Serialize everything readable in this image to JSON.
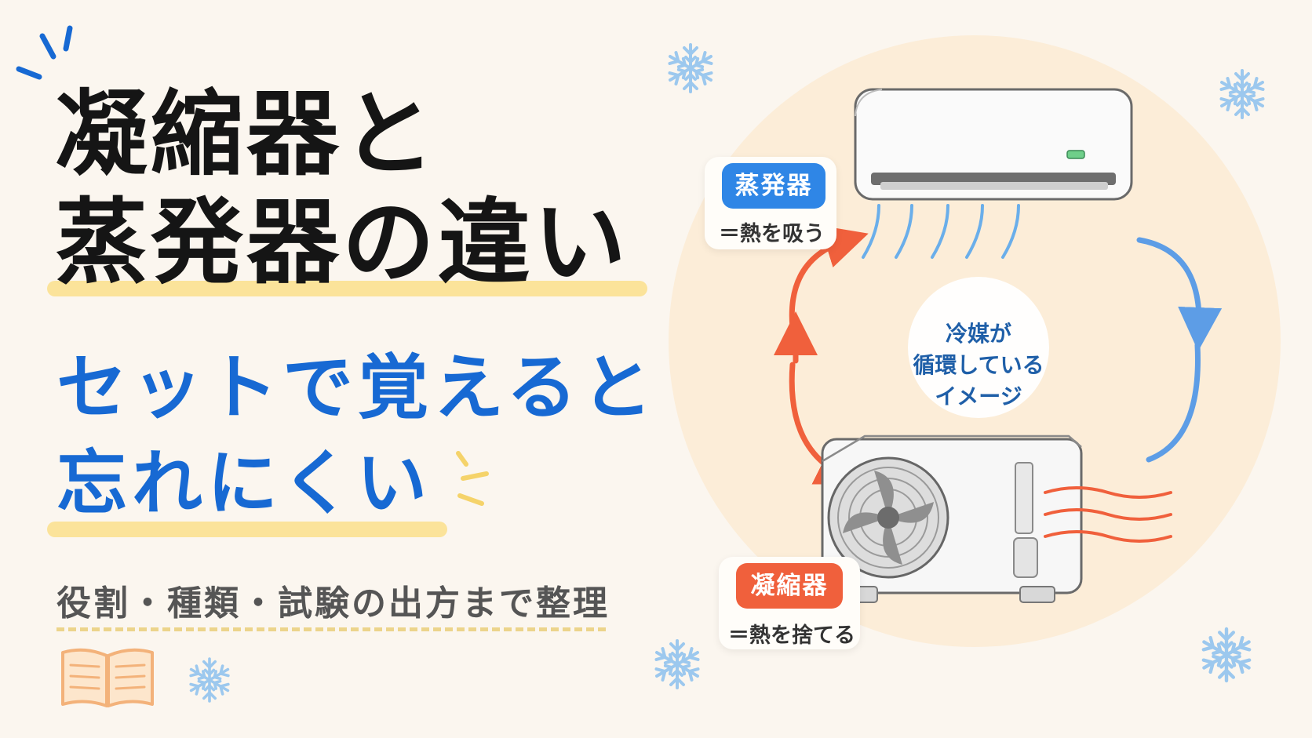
{
  "title": {
    "line1": "凝縮器と",
    "line2": "蒸発器の違い"
  },
  "subtitle": {
    "line1": "セットで覚えると",
    "line2": "忘れにくい"
  },
  "caption": "役割・種類・試験の出方まで整理",
  "evaporator": {
    "label": "蒸発器",
    "description": "＝熱を吸う",
    "color": "#2f86e6"
  },
  "condenser": {
    "label": "凝縮器",
    "description": "＝熱を捨てる",
    "color": "#f0603c"
  },
  "cycle_bubble": {
    "line1": "冷媒が",
    "line2": "循環している",
    "line3": "イメージ"
  },
  "colors": {
    "background": "#fbf6ef",
    "title": "#151515",
    "subtitle": "#1769d3",
    "highlight": "#fbe39a",
    "warm_arrow": "#f0603c",
    "cool_arrow": "#5d9de6",
    "snowflake": "#9cc8ee"
  },
  "icons": [
    "snowflake-icon",
    "book-icon",
    "air-conditioner-indoor-unit",
    "outdoor-unit",
    "cool-air-icon",
    "heat-wave-icon"
  ]
}
